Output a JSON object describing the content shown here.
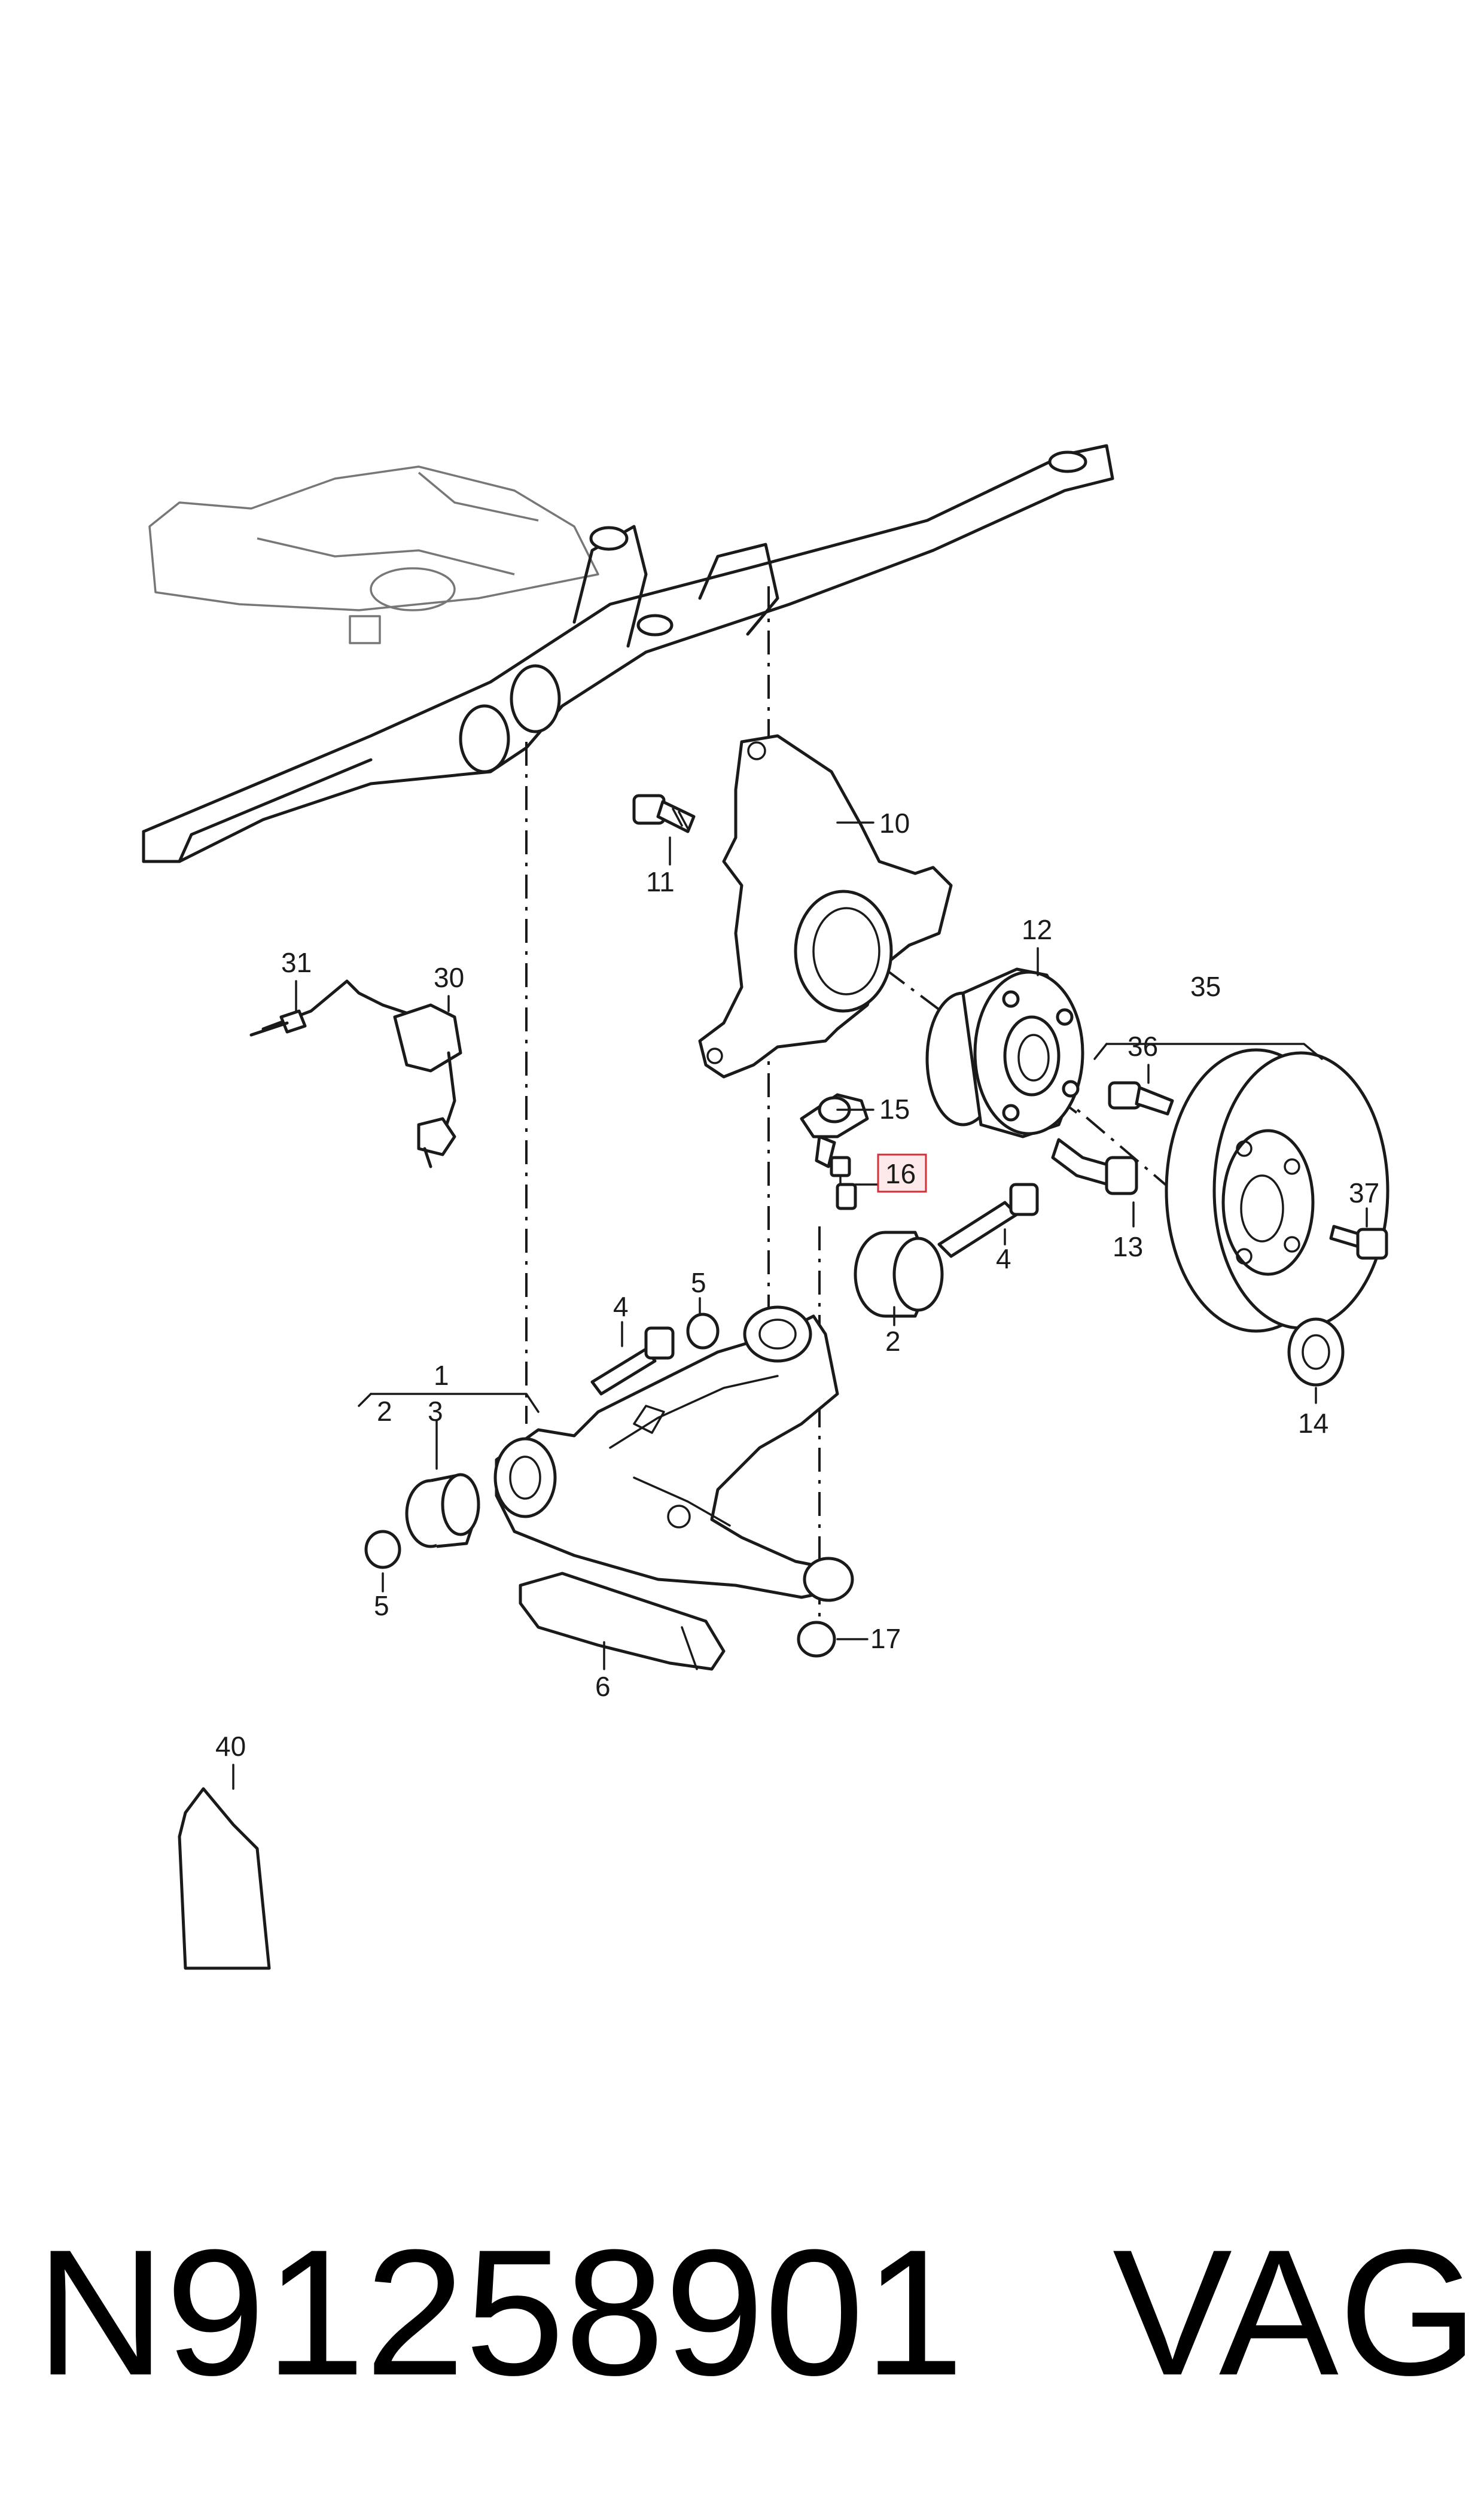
{
  "callouts": {
    "c1": "1",
    "c2a": "2",
    "c2b": "2",
    "c3": "3",
    "c4a": "4",
    "c4b": "4",
    "c5a": "5",
    "c5b": "5",
    "c6": "6",
    "c10": "10",
    "c11": "11",
    "c12": "12",
    "c13": "13",
    "c14": "14",
    "c15": "15",
    "c16": "16",
    "c17": "17",
    "c30": "30",
    "c31": "31",
    "c35": "35",
    "c36": "36",
    "c37": "37",
    "c40": "40"
  },
  "highlighted_callout": "16",
  "part_number": "N91258901",
  "brand": "VAG"
}
